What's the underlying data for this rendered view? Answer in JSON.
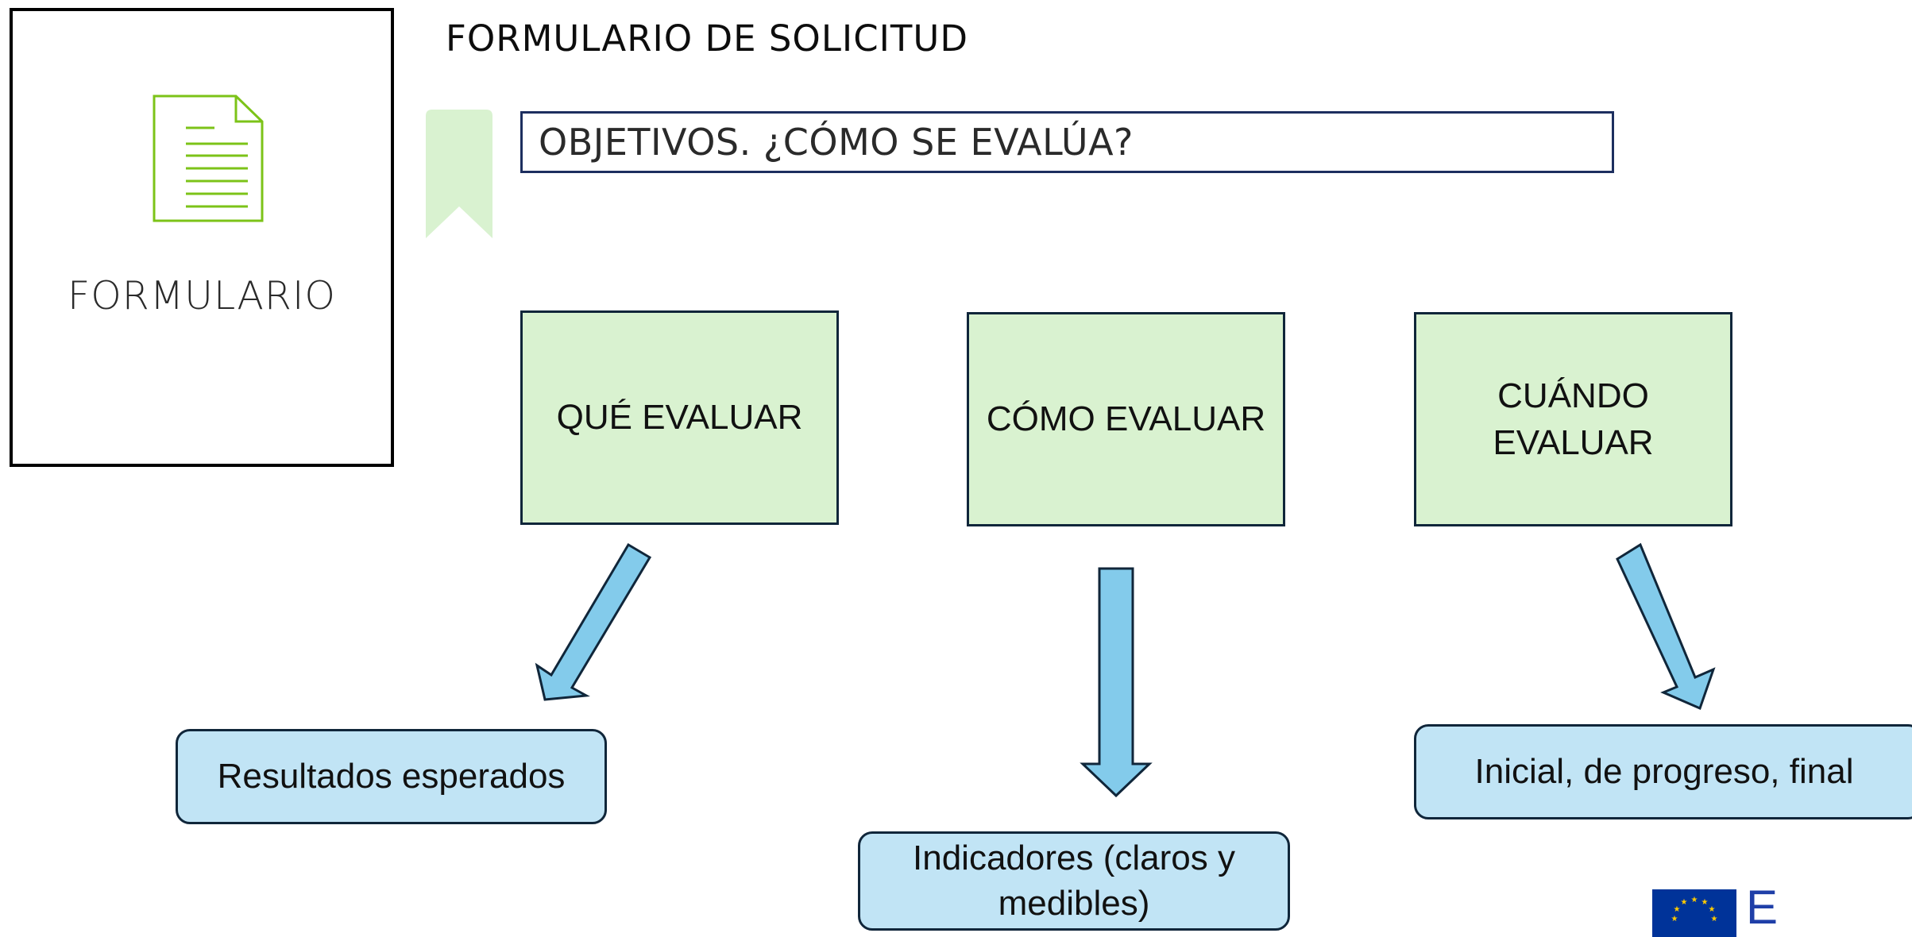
{
  "card": {
    "label": "FORMULARIO"
  },
  "page_title": "FORMULARIO DE SOLICITUD",
  "objectives_title": "OBJETIVOS. ¿CÓMO SE EVALÚA?",
  "boxes": {
    "que": "QUÉ EVALUAR",
    "como": "CÓMO EVALUAR",
    "cuando": "CUÁNDO EVALUAR"
  },
  "results": {
    "resultados": "Resultados esperados",
    "indicadores": "Indicadores (claros y medibles)",
    "momentos": "Inicial, de progreso, final"
  },
  "footer": {
    "partial_text": "E"
  },
  "colors": {
    "green_fill": "#d9f2d0",
    "blue_fill": "#c1e4f5",
    "arrow_fill": "#83cbeb",
    "outline": "#10263a",
    "doc_icon": "#7cc318",
    "eu_blue": "#003399",
    "eu_star": "#ffcc00"
  },
  "icons": [
    "document-icon",
    "bookmark-icon",
    "eu-flag-icon"
  ]
}
